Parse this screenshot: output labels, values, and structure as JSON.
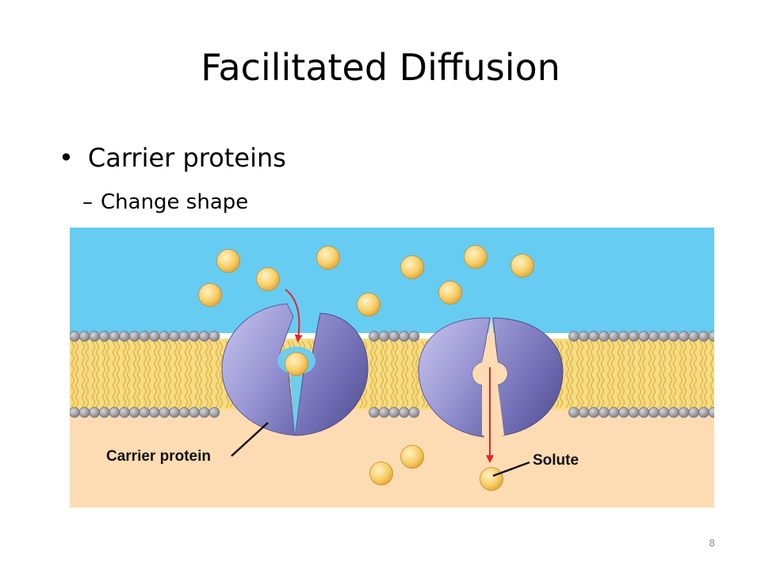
{
  "slide": {
    "title": "Facilitated Diffusion",
    "bullets": [
      {
        "text": "Carrier proteins",
        "level": 1,
        "marker": "•"
      },
      {
        "text": "Change shape",
        "level": 2,
        "marker": "–"
      }
    ],
    "page_number": "8"
  },
  "diagram": {
    "labels": {
      "carrier_protein": "Carrier protein",
      "solute": "Solute"
    },
    "colors": {
      "extracellular": "#66ccf2",
      "cytoplasm": "#fddcb4",
      "lipid_tail": "#e8c050",
      "phospholipid_head": "#8e8e94",
      "protein": "#8a86c8",
      "protein_dark": "#5e5a9e",
      "solute": "#f6c45a",
      "arrow": "#e3242b"
    },
    "icons": [
      "solute-particle-icon",
      "carrier-protein-icon",
      "arrow-icon"
    ]
  }
}
